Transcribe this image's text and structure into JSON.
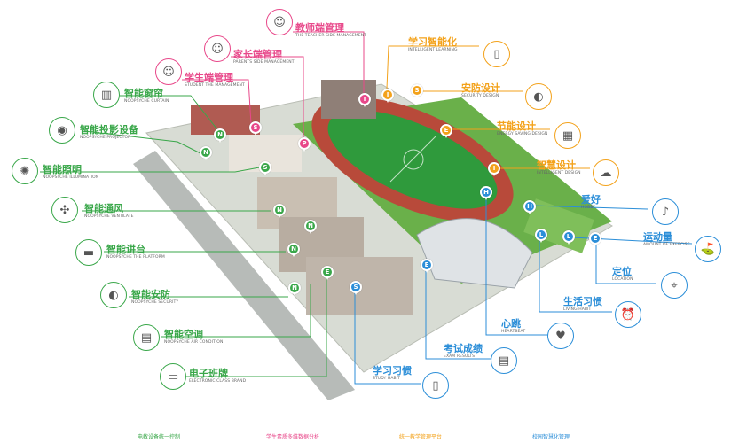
{
  "colors": {
    "green": "#3aa74a",
    "pink": "#e8488a",
    "orange": "#f3a21b",
    "blue": "#2b8ed8",
    "field": "#2f9a3c",
    "track": "#b84a3a"
  },
  "left": [
    {
      "cn": "智能窗帘",
      "en": "NOOPSYCHE CURTAIN",
      "icon": "curtain-icon",
      "glyph": "▥"
    },
    {
      "cn": "智能投影设备",
      "en": "NOOPSYCHE PROJECTOR",
      "icon": "projector-icon",
      "glyph": "◉"
    },
    {
      "cn": "智能照明",
      "en": "NOOPSYCHE ILLUMINATION",
      "icon": "lighting-icon",
      "glyph": "✺"
    },
    {
      "cn": "智能通风",
      "en": "NOOPSYCHE VENTILATE",
      "icon": "fan-icon",
      "glyph": "✣"
    },
    {
      "cn": "智能讲台",
      "en": "NOOPSYCHE THE PLATFORM",
      "icon": "podium-icon",
      "glyph": "▬"
    },
    {
      "cn": "智能安防",
      "en": "NOOPSYCHE SECURITY",
      "icon": "camera-icon",
      "glyph": "◐"
    },
    {
      "cn": "智能空调",
      "en": "NOOPSYCHE AIR CONDITION",
      "icon": "air-conditioner-icon",
      "glyph": "▤"
    },
    {
      "cn": "电子班牌",
      "en": "ELECTRONIC CLASS BRAND",
      "icon": "class-board-icon",
      "glyph": "▭"
    }
  ],
  "top": [
    {
      "cn": "教师端管理",
      "en": "THE TEACHER SIDE MANAGEMENT",
      "icon": "teacher-avatar-icon",
      "glyph": "☺"
    },
    {
      "cn": "家长端管理",
      "en": "PARENTS SIDE MANAGEMENT",
      "icon": "parent-avatar-icon",
      "glyph": "☺"
    },
    {
      "cn": "学生端管理",
      "en": "STUDENT THE MANAGEMENT",
      "icon": "student-avatar-icon",
      "glyph": "☺"
    }
  ],
  "right": [
    {
      "cn": "学习智能化",
      "en": "INTELLIGENT LEARNING",
      "icon": "book-icon",
      "glyph": "▯"
    },
    {
      "cn": "安防设计",
      "en": "SECURITY DESIGN",
      "icon": "security-camera-icon",
      "glyph": "◐"
    },
    {
      "cn": "节能设计",
      "en": "ENERGY SAVING DESIGN",
      "icon": "solar-panel-icon",
      "glyph": "▦"
    },
    {
      "cn": "智慧设计",
      "en": "INTELLIGENT DESIGN",
      "icon": "cloud-icon",
      "glyph": "☁"
    },
    {
      "cn": "爱好",
      "en": "HOBBY",
      "icon": "hobby-icon",
      "glyph": "♪"
    },
    {
      "cn": "运动量",
      "en": "AMOUNT OF EXERCISE",
      "icon": "golf-icon",
      "glyph": "⛳"
    },
    {
      "cn": "定位",
      "en": "LOCATION",
      "icon": "location-icon",
      "glyph": "⌖"
    },
    {
      "cn": "生活习惯",
      "en": "LIVING HABIT",
      "icon": "alarm-clock-icon",
      "glyph": "⏰"
    },
    {
      "cn": "心跳",
      "en": "HEARTBEAT",
      "icon": "heartbeat-icon",
      "glyph": "♥"
    },
    {
      "cn": "考试成绩",
      "en": "EXAM RESULTS",
      "icon": "exam-icon",
      "glyph": "▤"
    },
    {
      "cn": "学习习惯",
      "en": "STUDY HABIT",
      "icon": "study-book-icon",
      "glyph": "▯"
    }
  ],
  "pins": [
    "N",
    "S",
    "P",
    "T",
    "I",
    "S",
    "E",
    "I",
    "N",
    "S",
    "N",
    "N",
    "N",
    "N",
    "E",
    "S",
    "E",
    "H",
    "H",
    "L",
    "L",
    "E"
  ],
  "footer": [
    "电教设备统一控制",
    "学生素质多维数据分析",
    "统一教学管理平台",
    "校园智慧化管理"
  ]
}
